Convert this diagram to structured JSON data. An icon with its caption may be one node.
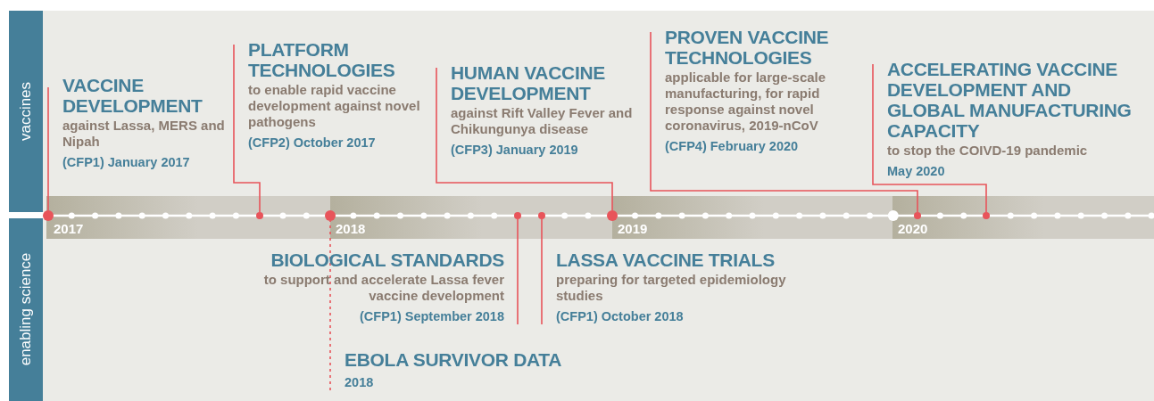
{
  "diagram": {
    "nodes": [
      {
        "text": [
          "VACCINE DEVELOPMENT",
          "against Lassa, MERS and Nipah",
          "(CFP1) January 2017"
        ]
      },
      {
        "text": [
          "PLATFORM TECHNOLOGIES",
          "to enable rapid vaccine development against novel pathogens",
          "(CFP2) October 2017"
        ]
      },
      {
        "text": [
          "HUMAN VACCINE DEVELOPMENT",
          "against Rift Valley Fever and Chikungunya disease",
          "(CFP3) January 2019"
        ]
      },
      {
        "text": [
          "PROVEN VACCINE TECHNOLOGIES",
          "applicable for large-scale manufacturing, for rapid response against novel coronavirus, 2019-nCoV",
          "(CFP4) February 2020"
        ]
      },
      {
        "text": [
          "ACCELERATING VACCINE DEVELOPMENT AND GLOBAL MANUFACTURING CAPACITY",
          "to stop the COIVD-19 pandemic",
          "May 2020"
        ]
      },
      {
        "text": [
          "BIOLOGICAL STANDARDS",
          "to support and accelerate Lassa fever vaccine development",
          "(CFP1) September 2018"
        ]
      },
      {
        "text": [
          "LASSA VACCINE TRIALS",
          "preparing for targeted epidemiology studies",
          "(CFP1) October 2018"
        ]
      },
      {
        "text": [
          "EBOLA SURVIVOR DATA",
          "2018"
        ]
      },
      {
        "text": [],
        "shape": "circle"
      },
      {
        "text": [],
        "shape": "circle"
      },
      {
        "text": [],
        "shape": "circle"
      },
      {
        "text": [],
        "shape": "circle"
      },
      {
        "text": [],
        "shape": "circle"
      },
      {
        "text": [],
        "shape": "circle"
      },
      {
        "text": [],
        "shape": "circle"
      },
      {
        "text": [],
        "shape": "circle"
      }
    ],
    "edges": [
      {
        "from": 0,
        "to": 8,
        "arrow": "none"
      },
      {
        "from": 1,
        "to": 9,
        "arrow": "none"
      },
      {
        "from": 2,
        "to": 13,
        "arrow": "none"
      },
      {
        "from": 3,
        "to": 14,
        "arrow": "none"
      },
      {
        "from": 4,
        "to": 15,
        "arrow": "none"
      },
      {
        "from": 5,
        "to": 11,
        "arrow": "none"
      },
      {
        "from": 6,
        "to": 12,
        "arrow": "none"
      },
      {
        "from": 7,
        "to": 10,
        "arrow": "none",
        "style": "dashed"
      }
    ],
    "labels": [
      "vaccines",
      "enabling science",
      "2017",
      "2018",
      "2019",
      "2020"
    ]
  }
}
